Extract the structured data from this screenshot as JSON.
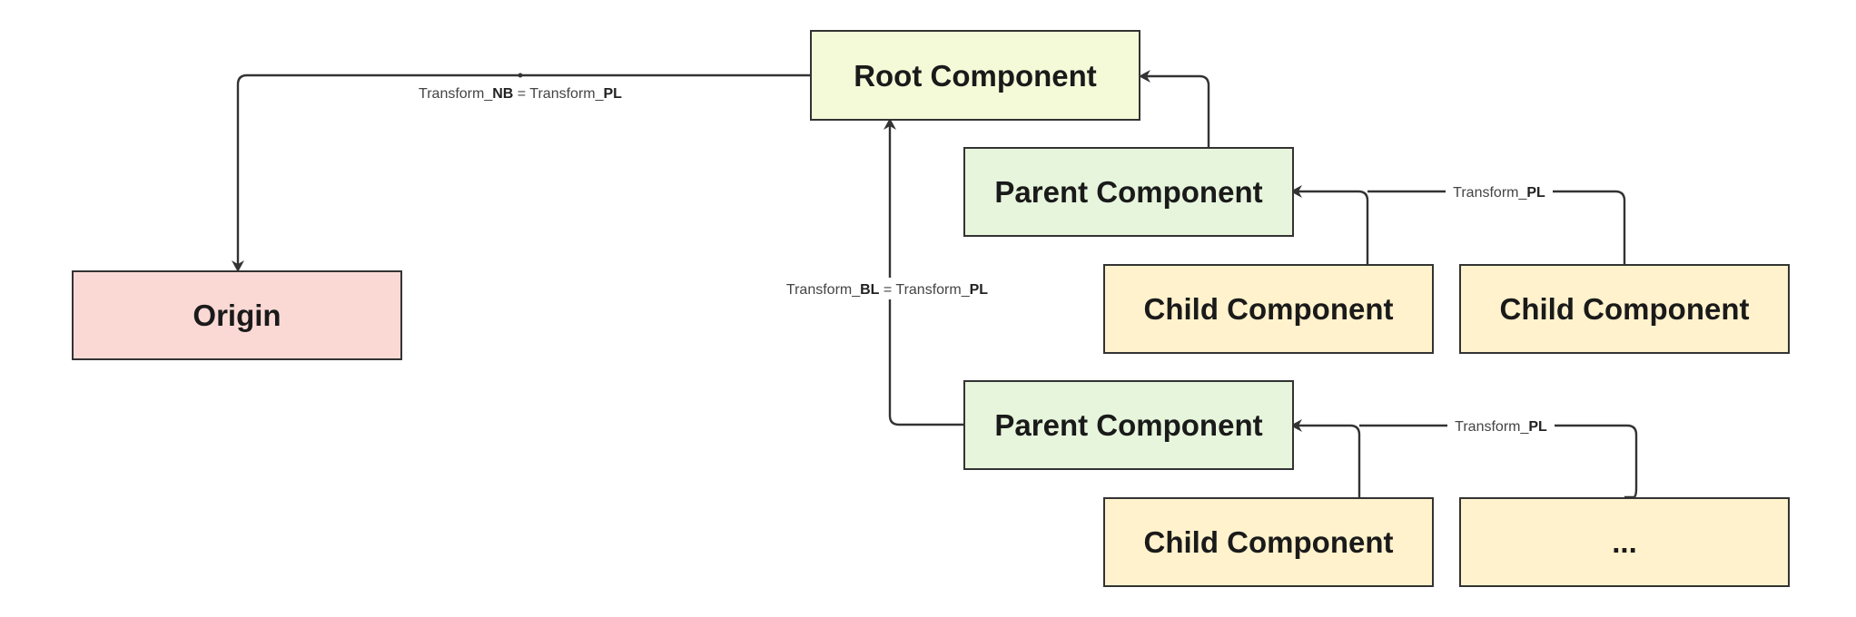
{
  "nodes": {
    "root": {
      "label": "Root Component",
      "fill": "#f4fad8"
    },
    "origin": {
      "label": "Origin",
      "fill": "#fad9d5"
    },
    "parent1": {
      "label": "Parent Component",
      "fill": "#e6f5dc"
    },
    "parent2": {
      "label": "Parent Component",
      "fill": "#e6f5dc"
    },
    "child1": {
      "label": "Child Component",
      "fill": "#fff2cc"
    },
    "child2": {
      "label": "Child Component",
      "fill": "#fff2cc"
    },
    "child3": {
      "label": "Child Component",
      "fill": "#fff2cc"
    },
    "more": {
      "label": "...",
      "fill": "#fff2cc"
    }
  },
  "edges": {
    "root_origin": {
      "prefix_a": "Transform_",
      "bold_a": "NB",
      "mid": " = Transform_",
      "bold_b": "PL"
    },
    "parent2_root": {
      "prefix_a": "Transform_",
      "bold_a": "BL",
      "mid": " = Transform_",
      "bold_b": "PL"
    },
    "children1": {
      "prefix": "Transform_",
      "bold": "PL"
    },
    "children2": {
      "prefix": "Transform_",
      "bold": "PL"
    }
  },
  "colors": {
    "stroke": "#333333"
  }
}
